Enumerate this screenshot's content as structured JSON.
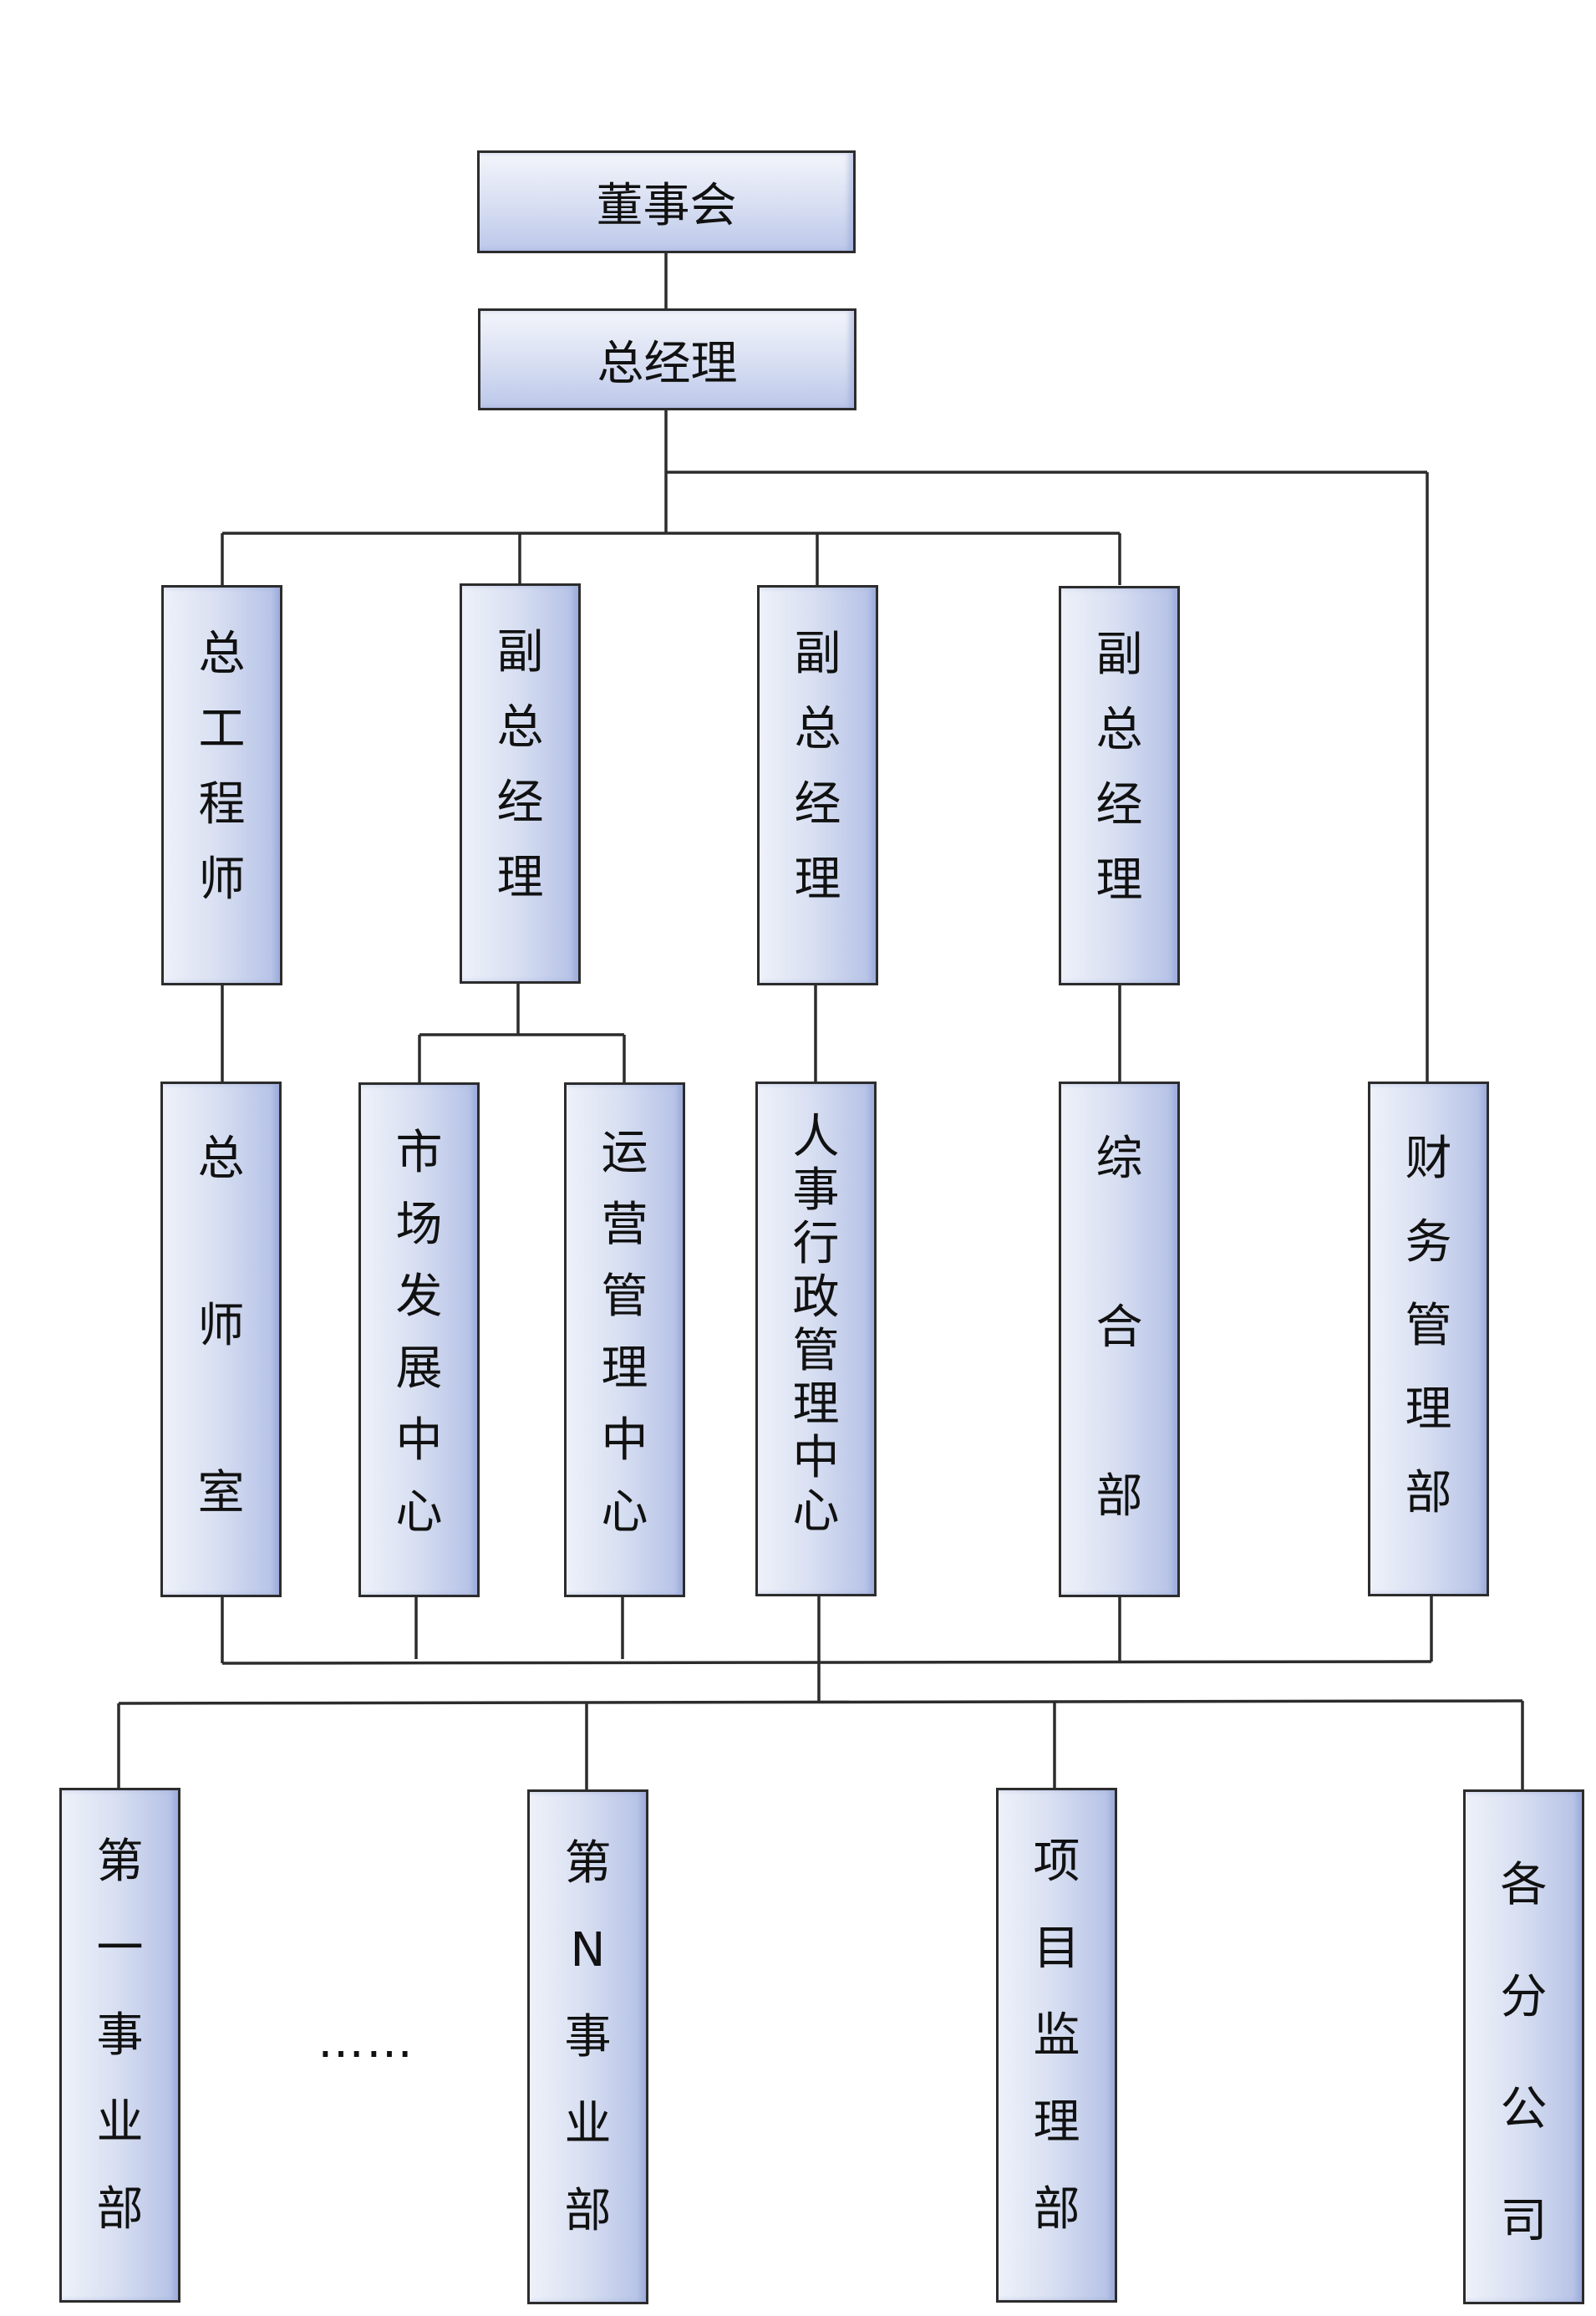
{
  "chart": {
    "nodes": {
      "board": "董事会",
      "gm": "总经理",
      "chief_engineer": "总工程师",
      "vgm_1": "副总经理",
      "vgm_2": "副总经理",
      "vgm_3": "副总经理",
      "chief_engineer_office": "总师室",
      "market_center": "市场发展中心",
      "operations_center": "运营管理中心",
      "hr_admin_center": "人事行政管理中心",
      "general_dept": "综合部",
      "finance_dept": "财务管理部",
      "bu_first": "第一事业部",
      "ellipsis": "……",
      "bu_n": "第N事业部",
      "project_supervision": "项目监理部",
      "branches": "各分公司"
    },
    "edges": [
      [
        "board",
        "gm"
      ],
      [
        "gm",
        "chief_engineer"
      ],
      [
        "gm",
        "vgm_1"
      ],
      [
        "gm",
        "vgm_2"
      ],
      [
        "gm",
        "vgm_3"
      ],
      [
        "gm",
        "finance_dept"
      ],
      [
        "chief_engineer",
        "chief_engineer_office"
      ],
      [
        "vgm_1",
        "market_center"
      ],
      [
        "vgm_1",
        "operations_center"
      ],
      [
        "vgm_2",
        "hr_admin_center"
      ],
      [
        "vgm_3",
        "general_dept"
      ],
      [
        "departments",
        "bu_first"
      ],
      [
        "departments",
        "bu_n"
      ],
      [
        "departments",
        "project_supervision"
      ],
      [
        "departments",
        "branches"
      ]
    ]
  }
}
